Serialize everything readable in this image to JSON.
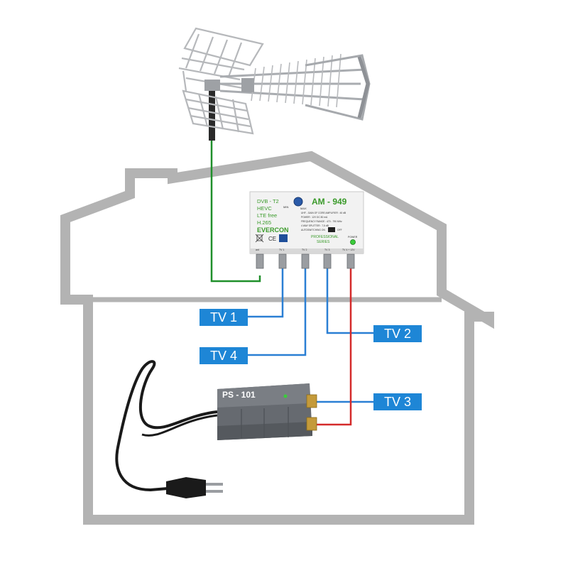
{
  "colors": {
    "house": "#b3b3b3",
    "antenna_cable": "#1f8f2a",
    "tv_cable": "#2a7fd4",
    "power_cable": "#d42a2a",
    "label_bg": "#1e86d6",
    "amp_text": "#3a9a2a",
    "psu_body": "#666a70"
  },
  "amplifier": {
    "text_lines": [
      "DVB - T2",
      "HEVC",
      "LTE free",
      "H.265"
    ],
    "brand": "EVERCON",
    "model": "AM - 949",
    "knob_min": "MIN",
    "knob_max": "MAX",
    "specs": [
      "UHF - GAIN OF CORE AMPLIFIER : 40 dB",
      "POWER : 12V DC 80 mA",
      "FREQUENCY RANGE : 470 - 790 MHz",
      "4 WAY SPLITTER : 7,5 dB",
      "AUTOSWITCHING ON"
    ],
    "switch_off": "OFF",
    "series": [
      "PROFESSIONAL",
      "SERIES"
    ],
    "power_label": "POWER",
    "ports": [
      "ant",
      "TV 1",
      "TV 2",
      "TV 3",
      "TV 4 + 12V"
    ],
    "icons": [
      "weee-bin-icon",
      "ce-mark-icon",
      "lte-icon"
    ]
  },
  "power_supply": {
    "label": "PS - 101"
  },
  "tv_labels": [
    "TV 1",
    "TV 2",
    "TV 4",
    "TV 3"
  ]
}
